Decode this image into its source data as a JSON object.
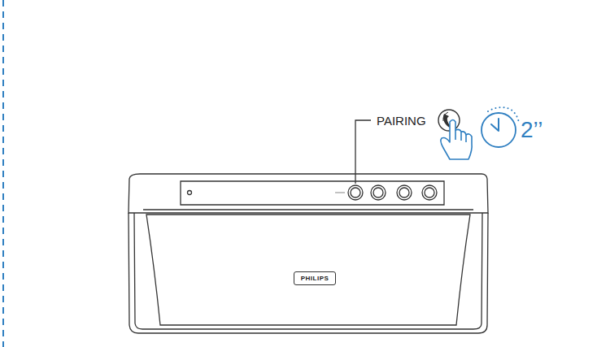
{
  "diagram": {
    "nodes": [
      {
        "text": [
          "PHILIPS"
        ]
      }
    ],
    "labels": [
      "PAIRING",
      "2’’"
    ]
  }
}
